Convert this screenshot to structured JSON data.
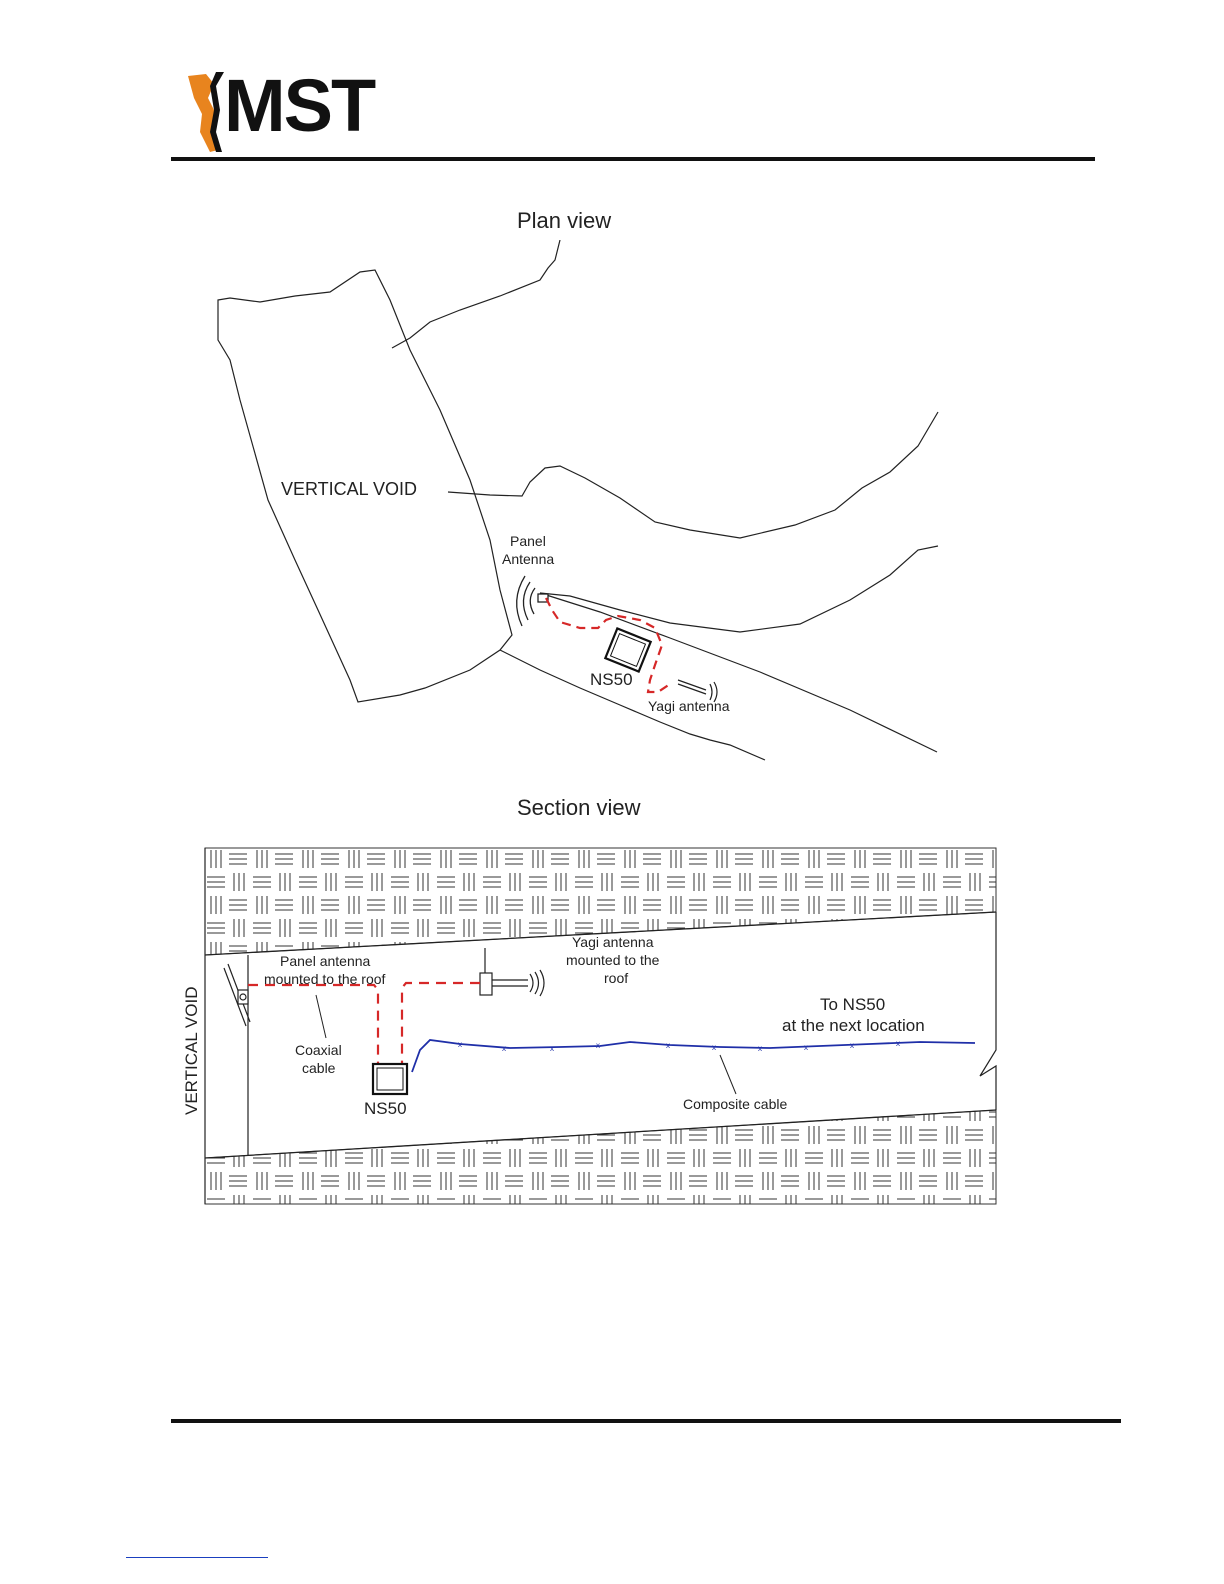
{
  "header": {
    "logo_text": "MST",
    "brand_colors": {
      "orange": "#E8841E",
      "dark": "#111111"
    }
  },
  "plan_view": {
    "title": "Plan view",
    "labels": {
      "vertical_void": "VERTICAL VOID",
      "panel_antenna_line1": "Panel",
      "panel_antenna_line2": "Antenna",
      "ns50": "NS50",
      "yagi_antenna": "Yagi antenna"
    }
  },
  "section_view": {
    "title": "Section view",
    "labels": {
      "vertical_void": "VERTICAL VOID",
      "panel_antenna_line1": "Panel antenna",
      "panel_antenna_line2": "mounted to the roof",
      "yagi_line1": "Yagi antenna",
      "yagi_line2": "mounted to the",
      "yagi_line3": "roof",
      "coaxial_line1": "Coaxial",
      "coaxial_line2": "cable",
      "ns50": "NS50",
      "to_ns50_line1": "To NS50",
      "to_ns50_line2": "at the next location",
      "composite_cable": "Composite cable"
    },
    "colors": {
      "coaxial": "#D62828",
      "composite": "#1F2FA8"
    }
  }
}
